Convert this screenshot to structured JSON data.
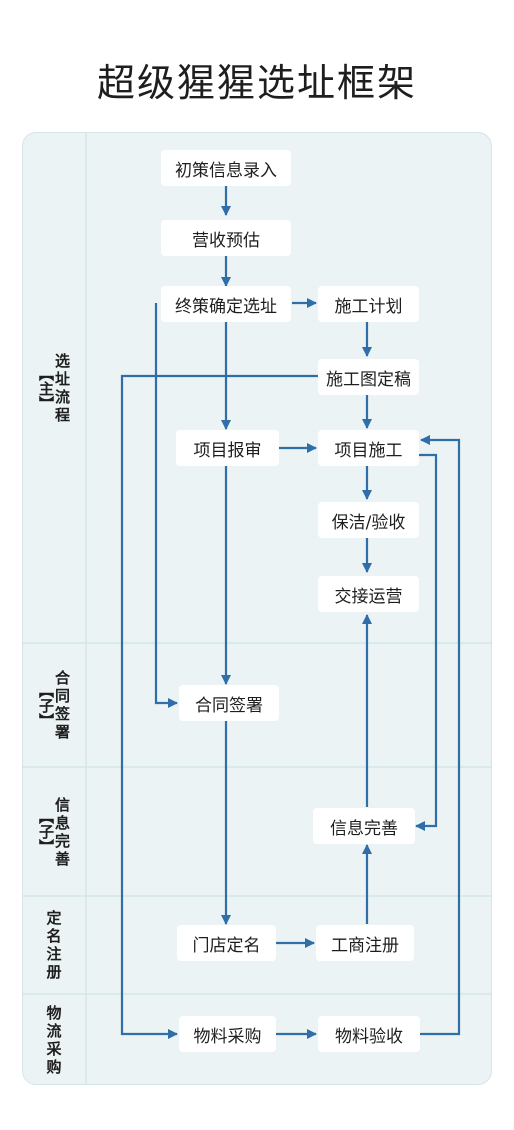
{
  "title": "超级猩猩选址框架",
  "lanes": [
    {
      "chars": [
        "选",
        "址",
        "流",
        "程"
      ],
      "tag": "【主】"
    },
    {
      "chars": [
        "合",
        "同",
        "签",
        "署"
      ],
      "tag": "【子】"
    },
    {
      "chars": [
        "信",
        "息",
        "完",
        "善"
      ],
      "tag": "【子】"
    },
    {
      "chars": [
        "定",
        "名",
        "注",
        "册"
      ],
      "tag": ""
    },
    {
      "chars": [
        "物",
        "流",
        "采",
        "购"
      ],
      "tag": ""
    }
  ],
  "nodes": {
    "initial_policy": "初策信息录入",
    "revenue_estimate": "营收预估",
    "final_site": "终策确定选址",
    "construction_plan": "施工计划",
    "construction_drawing": "施工图定稿",
    "project_review": "项目报审",
    "project_construction": "项目施工",
    "cleaning_inspection": "保洁/验收",
    "handover_operation": "交接运营",
    "contract_signing": "合同签署",
    "info_completion": "信息完善",
    "store_naming": "门店定名",
    "business_registration": "工商注册",
    "material_purchase": "物料采购",
    "material_acceptance": "物料验收"
  },
  "colors": {
    "line": "#2f6ea8",
    "board": "#ecf3f4",
    "divider": "#cfe3e6"
  }
}
